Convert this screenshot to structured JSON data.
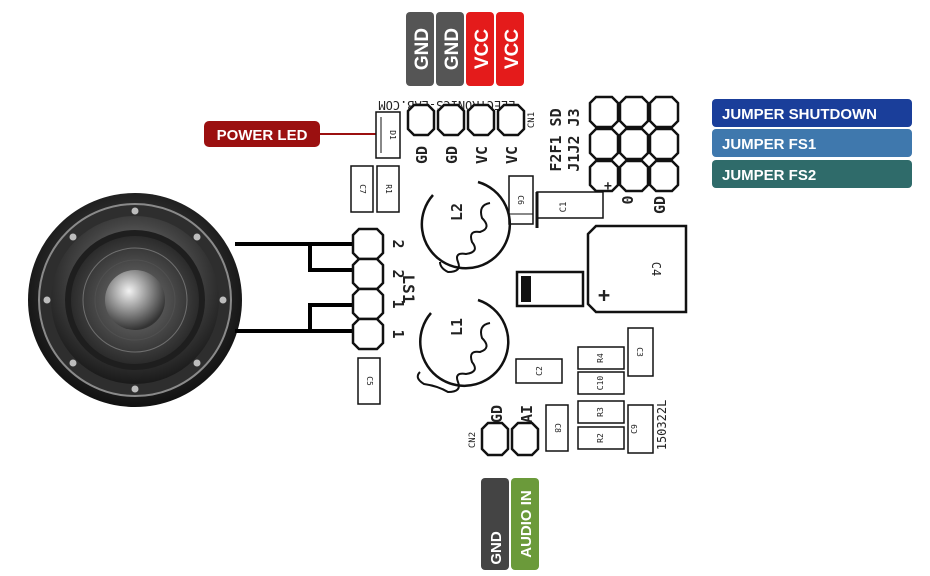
{
  "top_header": {
    "pins": [
      {
        "label": "GND",
        "color": "#555555"
      },
      {
        "label": "GND",
        "color": "#555555"
      },
      {
        "label": "VCC",
        "color": "#e41b1b"
      },
      {
        "label": "VCC",
        "color": "#e41b1b"
      }
    ],
    "connector_ref": "CN1",
    "silk_pins": [
      "GD",
      "GD",
      "VC",
      "VC"
    ]
  },
  "bottom_header": {
    "pins": [
      {
        "label": "GND",
        "color": "#444444"
      },
      {
        "label": "AUDIO IN",
        "color": "#6b9a3a"
      }
    ],
    "connector_ref": "CN2",
    "silk_pins": [
      "GD",
      "AI"
    ]
  },
  "power_led": {
    "label": "POWER LED",
    "color": "#9b1010",
    "ref": "D1"
  },
  "jumpers": [
    {
      "label": "JUMPER SHUTDOWN",
      "color": "#1a3e9a"
    },
    {
      "label": "JUMPER FS1",
      "color": "#3f78ad"
    },
    {
      "label": "JUMPER FS2",
      "color": "#2f6b6a"
    }
  ],
  "board": {
    "url": "ELECTRONICS-LAB.COM",
    "jumper_labels": [
      "F2F1 SD",
      "J1J2 J3"
    ],
    "jumper_silk_bottom": [
      "0",
      "GD"
    ],
    "speaker_header_ref": "LS1",
    "speaker_pins": [
      "2",
      "2",
      "1",
      "1"
    ],
    "inductors": [
      "L2",
      "L1"
    ],
    "components": {
      "c1": "C1",
      "c2": "C2",
      "c3": "C3",
      "c4": "C4",
      "c5": "C5",
      "c6": "C6",
      "c7": "C7",
      "c8": "C8",
      "c9": "C9",
      "c10": "C10",
      "r1": "R1",
      "r2": "R2",
      "r3": "R3",
      "r4": "R4"
    },
    "plus_sign": "+",
    "board_id": "150322L"
  },
  "speaker": {
    "icon": "speaker-icon"
  }
}
